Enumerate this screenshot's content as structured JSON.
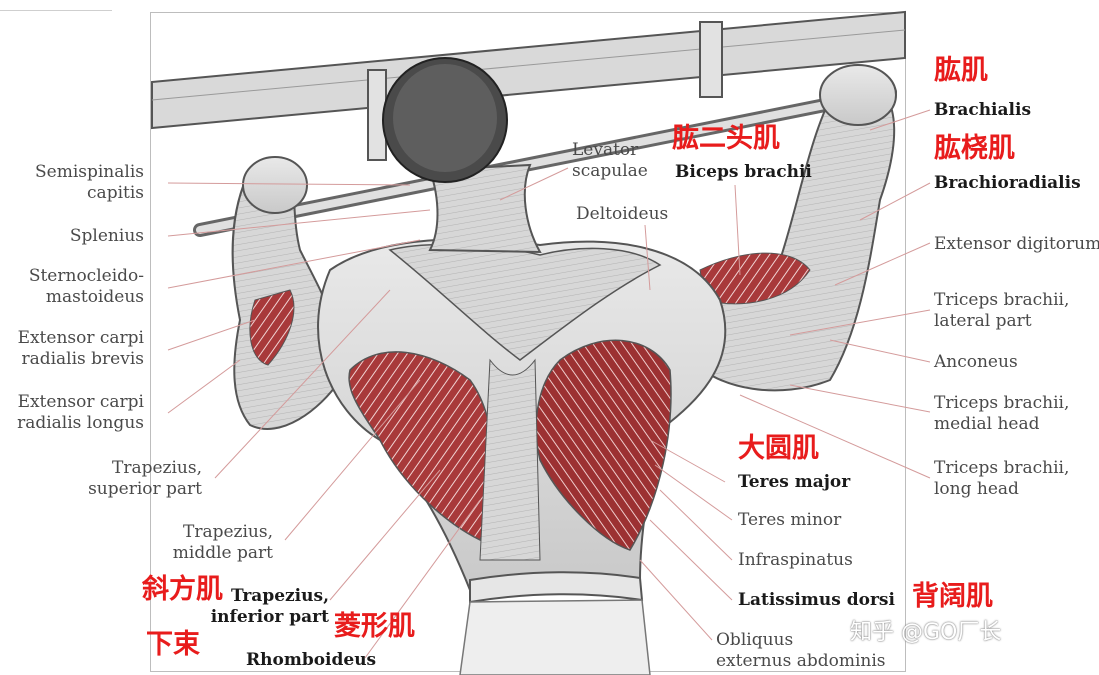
{
  "labels_left": [
    {
      "key": "semispinalis",
      "lines": [
        "Semispinalis",
        "capitis"
      ]
    },
    {
      "key": "splenius",
      "lines": [
        "Splenius"
      ]
    },
    {
      "key": "sternocleido",
      "lines": [
        "Sternocleido-",
        "mastoideus"
      ]
    },
    {
      "key": "ext-carpi-brevis",
      "lines": [
        "Extensor carpi",
        "radialis brevis"
      ]
    },
    {
      "key": "ext-carpi-longus",
      "lines": [
        "Extensor carpi",
        "radialis longus"
      ]
    },
    {
      "key": "trap-superior",
      "lines": [
        "Trapezius,",
        "superior part"
      ]
    },
    {
      "key": "trap-middle",
      "lines": [
        "Trapezius,",
        "middle part"
      ]
    },
    {
      "key": "trap-inferior",
      "lines": [
        "Trapezius,",
        "inferior part"
      ]
    },
    {
      "key": "rhomboideus",
      "lines": [
        "Rhomboideus"
      ]
    }
  ],
  "labels_center": [
    {
      "key": "levator",
      "lines": [
        "Levator",
        "scapulae"
      ]
    },
    {
      "key": "biceps",
      "lines": [
        "Biceps brachii"
      ]
    },
    {
      "key": "deltoideus",
      "lines": [
        "Deltoideus"
      ]
    },
    {
      "key": "teres-major",
      "lines": [
        "Teres major"
      ]
    },
    {
      "key": "teres-minor",
      "lines": [
        "Teres minor"
      ]
    },
    {
      "key": "infraspinatus",
      "lines": [
        "Infraspinatus"
      ]
    },
    {
      "key": "latissimus",
      "lines": [
        "Latissimus dorsi"
      ]
    },
    {
      "key": "obliquus",
      "lines": [
        "Obliquus",
        "externus abdominis"
      ]
    }
  ],
  "labels_right": [
    {
      "key": "brachialis",
      "lines": [
        "Brachialis"
      ]
    },
    {
      "key": "brachioradialis",
      "lines": [
        "Brachioradialis"
      ]
    },
    {
      "key": "ext-digitorum",
      "lines": [
        "Extensor digitorum"
      ]
    },
    {
      "key": "triceps-lateral",
      "lines": [
        "Triceps brachii,",
        "lateral part"
      ]
    },
    {
      "key": "anconeus",
      "lines": [
        "Anconeus"
      ]
    },
    {
      "key": "triceps-medial",
      "lines": [
        "Triceps brachii,",
        "medial head"
      ]
    },
    {
      "key": "triceps-long",
      "lines": [
        "Triceps brachii,",
        "long head"
      ]
    }
  ],
  "chinese_labels": {
    "brachialis": "肱肌",
    "brachioradialis": "肱桡肌",
    "biceps": "肱二头肌",
    "teres_major": "大圆肌",
    "latissimus": "背阔肌",
    "trap_inferior_1": "斜方肌",
    "trap_inferior_2": "下束",
    "rhomboideus": "菱形肌"
  },
  "watermark": "知乎 @GO厂长",
  "colors": {
    "label_text": "#4a4a4a",
    "label_bold": "#1a1a1a",
    "chinese_red": "#e81c1c",
    "muscle_red": "#a8393a",
    "skin_light": "#dcdcdc"
  }
}
